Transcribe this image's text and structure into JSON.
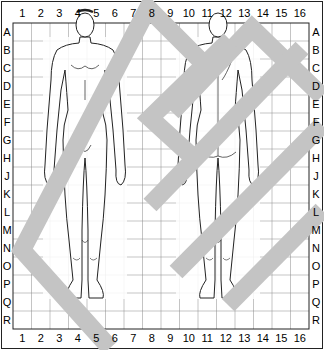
{
  "diagram": {
    "labels": [
      "1",
      "2",
      "3",
      "4",
      "5",
      "6",
      "7",
      "8",
      "9",
      "10",
      "11",
      "12",
      "13",
      "14",
      "15",
      "16",
      "A",
      "B",
      "C",
      "D",
      "E",
      "F",
      "G",
      "H",
      "J",
      "K",
      "L",
      "M",
      "N",
      "O",
      "P",
      "Q",
      "R",
      "A",
      "B",
      "C",
      "D",
      "E",
      "F",
      "G",
      "H",
      "J",
      "K",
      "L",
      "M",
      "N",
      "O",
      "P",
      "Q",
      "R",
      "1",
      "2",
      "3",
      "4",
      "5",
      "6",
      "7",
      "8",
      "9",
      "10",
      "11",
      "12",
      "13",
      "14",
      "15",
      "16"
    ]
  }
}
